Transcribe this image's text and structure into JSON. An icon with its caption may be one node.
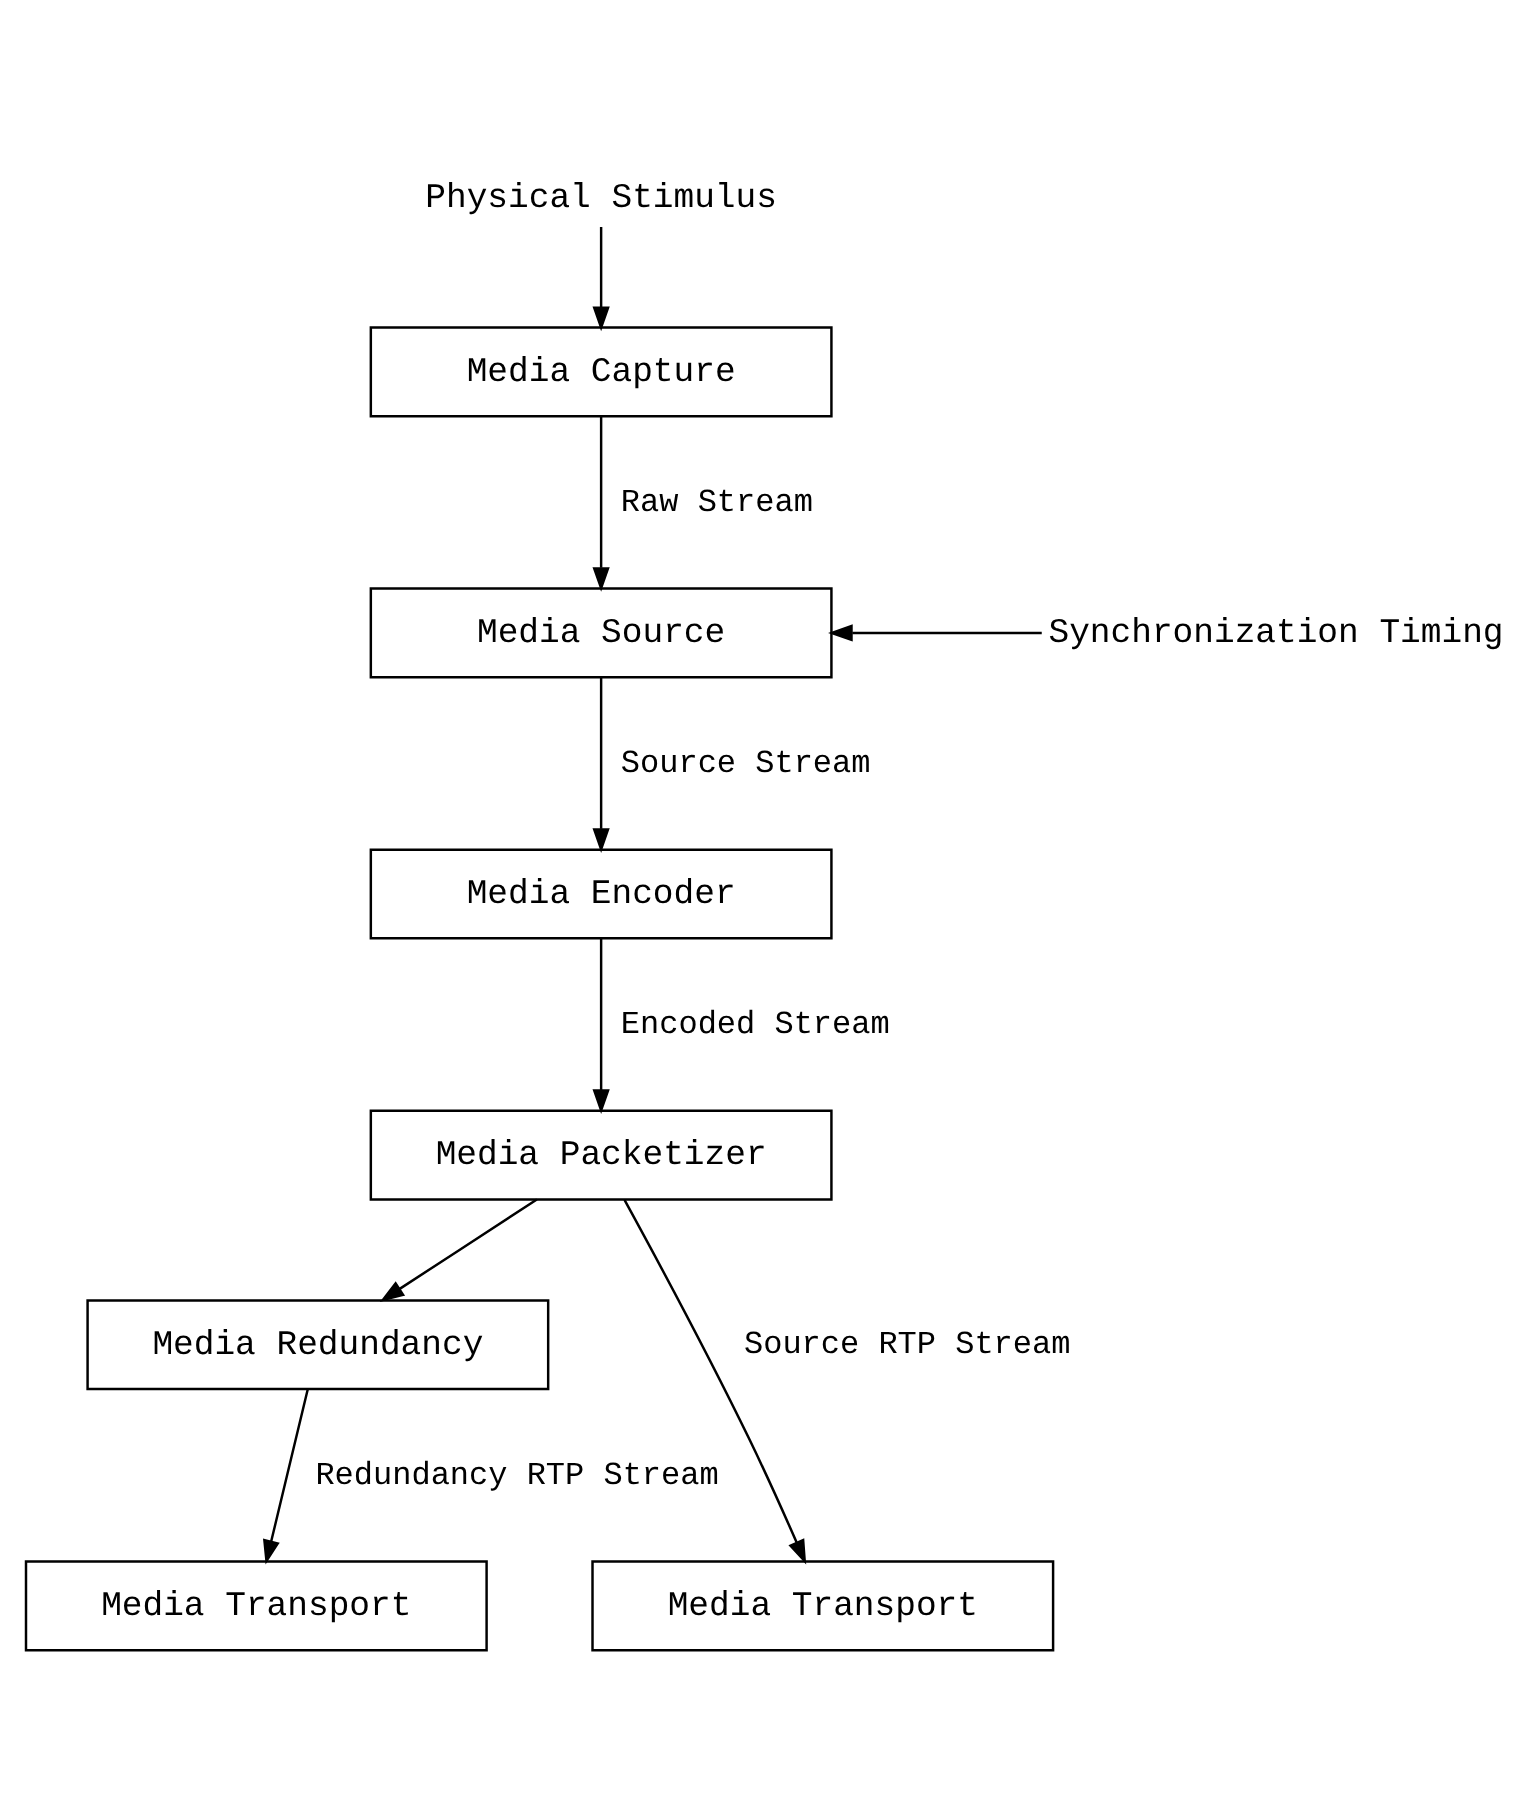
{
  "diagram": {
    "nodes": [
      {
        "text": [
          "Physical Stimulus"
        ]
      },
      {
        "text": [
          "Media Capture"
        ]
      },
      {
        "text": [
          "Media Source"
        ]
      },
      {
        "text": [
          "Synchronization Timing"
        ]
      },
      {
        "text": [
          "Media Encoder"
        ]
      },
      {
        "text": [
          "Media Packetizer"
        ]
      },
      {
        "text": [
          "Media Redundancy"
        ]
      },
      {
        "text": [
          "Media Transport"
        ]
      },
      {
        "text": [
          "Media Transport"
        ]
      }
    ],
    "edges": [
      {
        "from": 0,
        "to": 1,
        "arrow": "to"
      },
      {
        "from": 1,
        "to": 2,
        "arrow": "to",
        "label": "Raw Stream"
      },
      {
        "from": 3,
        "to": 2,
        "arrow": "to"
      },
      {
        "from": 2,
        "to": 4,
        "arrow": "to",
        "label": "Source Stream"
      },
      {
        "from": 4,
        "to": 5,
        "arrow": "to",
        "label": "Encoded Stream"
      },
      {
        "from": 5,
        "to": 6,
        "arrow": "to"
      },
      {
        "from": 5,
        "to": 7,
        "arrow": "to",
        "label": "Source RTP Stream"
      },
      {
        "from": 6,
        "to": 8,
        "arrow": "to",
        "label": "Redundancy RTP Stream"
      }
    ]
  }
}
